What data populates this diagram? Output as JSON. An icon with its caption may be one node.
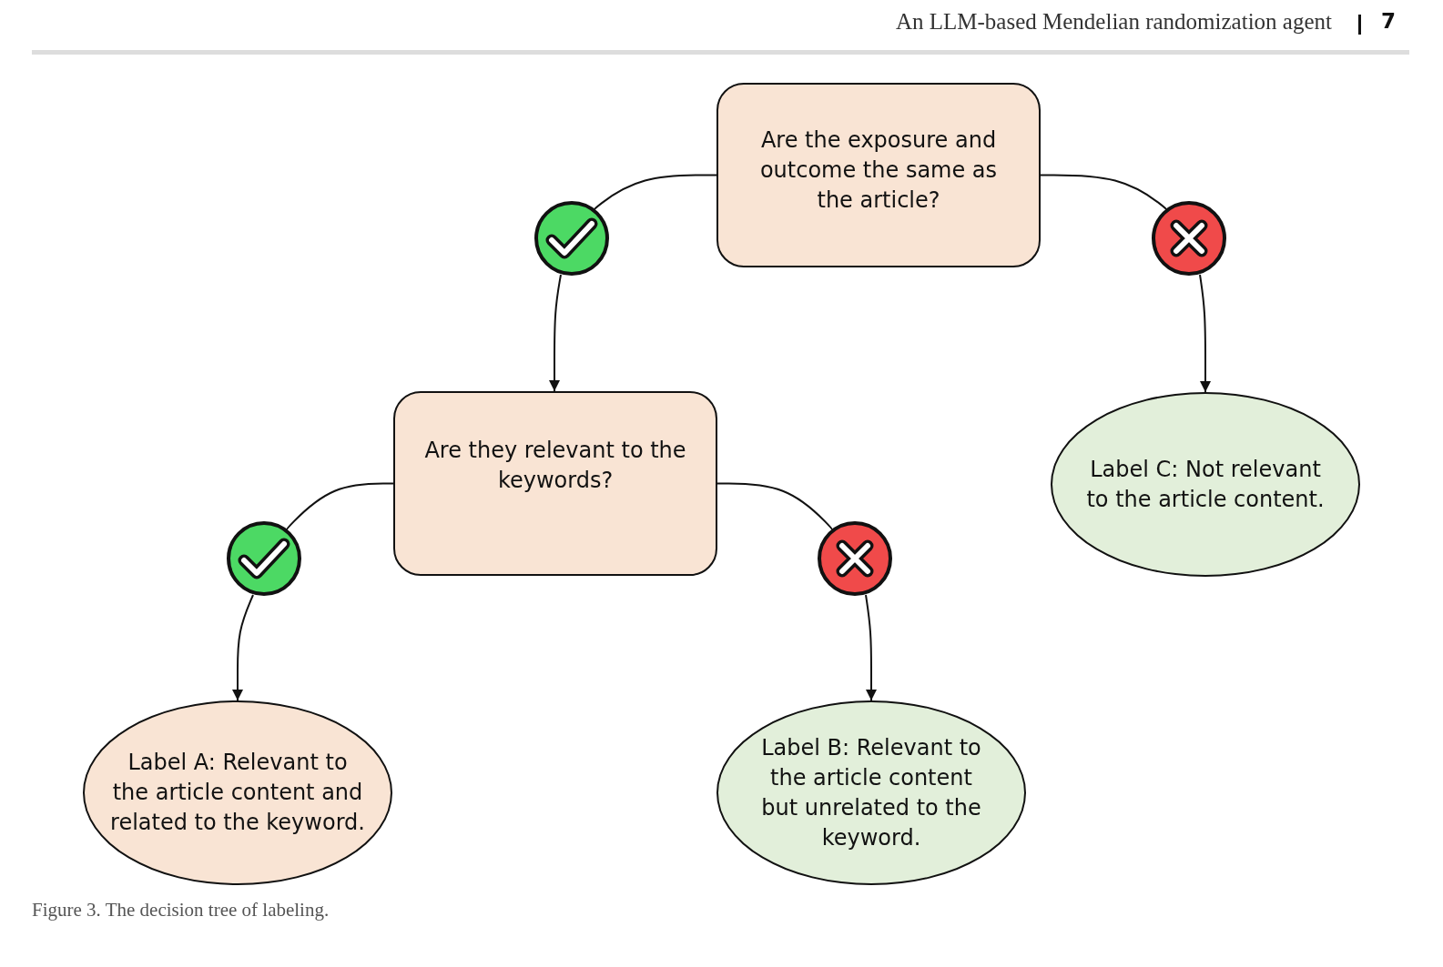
{
  "diagram": {
    "title": "An LLM-based Mendelian randomization agent",
    "caption": "Figure 3. The decision tree of labeling.",
    "nodes": [
      {
        "text": [
          "Are the exposure and outcome the same as the article?"
        ]
      },
      {
        "text": [],
        "shape": "check"
      },
      {
        "text": [],
        "shape": "cross"
      },
      {
        "text": [
          "Are they relevant to the keywords?"
        ]
      },
      {
        "text": [
          "Label C: Not relevant to the article content."
        ]
      },
      {
        "text": [],
        "shape": "check"
      },
      {
        "text": [],
        "shape": "cross"
      },
      {
        "text": [
          "Label A: Relevant to the article content and related to the keyword."
        ]
      },
      {
        "text": [
          "Label B: Relevant to the article content but unrelated to the keyword."
        ]
      }
    ],
    "edges": [
      {
        "from": 0,
        "to": 1,
        "arrow": "none"
      },
      {
        "from": 1,
        "to": 3,
        "arrow": "to"
      },
      {
        "from": 0,
        "to": 2,
        "arrow": "none"
      },
      {
        "from": 2,
        "to": 4,
        "arrow": "to"
      },
      {
        "from": 3,
        "to": 5,
        "arrow": "none"
      },
      {
        "from": 5,
        "to": 7,
        "arrow": "to"
      },
      {
        "from": 3,
        "to": 6,
        "arrow": "none"
      },
      {
        "from": 6,
        "to": 8,
        "arrow": "to"
      }
    ],
    "labels": [
      "7"
    ]
  }
}
